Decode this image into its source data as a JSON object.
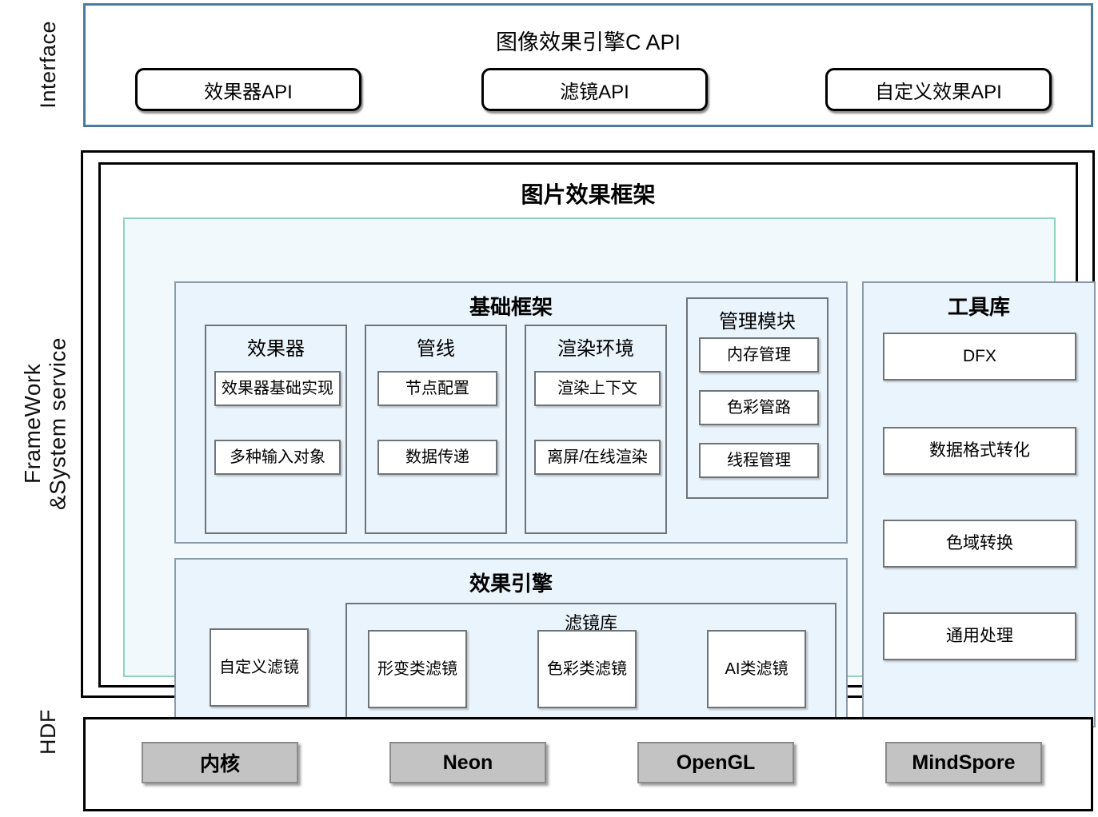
{
  "rails": {
    "interface": "Interface",
    "framework": "FrameWork\n&System service",
    "hdf": "HDF"
  },
  "interface_layer": {
    "title": "图像效果引擎C API",
    "buttons": [
      {
        "label": "效果器API"
      },
      {
        "label": "滤镜API"
      },
      {
        "label": "自定义效果API"
      }
    ]
  },
  "framework_layer": {
    "title": "图片效果框架",
    "base_framework": {
      "title": "基础框架",
      "columns": [
        {
          "title": "效果器",
          "items": [
            "效果器基础实现",
            "多种输入对象"
          ]
        },
        {
          "title": "管线",
          "items": [
            "节点配置",
            "数据传递"
          ]
        },
        {
          "title": "渲染环境",
          "items": [
            "渲染上下文",
            "离屏/在线渲染"
          ]
        },
        {
          "title": "管理模块",
          "items": [
            "内存管理",
            "色彩管路",
            "线程管理"
          ]
        }
      ]
    },
    "toolbox": {
      "title": "工具库",
      "items": [
        "DFX",
        "数据格式转化",
        "色域转换",
        "通用处理"
      ]
    },
    "effect_engine": {
      "title": "效果引擎",
      "standalone_filter": "自定义滤镜",
      "filter_library": {
        "title": "滤镜库",
        "items": [
          "形变类滤镜",
          "色彩类滤镜",
          "AI类滤镜"
        ]
      }
    }
  },
  "hdf_layer": {
    "buttons": [
      {
        "label": "内核"
      },
      {
        "label": "Neon"
      },
      {
        "label": "OpenGL"
      },
      {
        "label": "MindSpore"
      }
    ]
  },
  "colors": {
    "interface_border": "#4a7c9e",
    "framework_border": "#000000",
    "teal_panel_border": "#8fd4bd",
    "panel_fill": "#eaf4fc",
    "teal_panel_fill": "#f2f9fd",
    "leaf_fill": "#ffffff",
    "leaf_border": "#6f7478",
    "hdf_button_fill": "#c3c3c3"
  }
}
